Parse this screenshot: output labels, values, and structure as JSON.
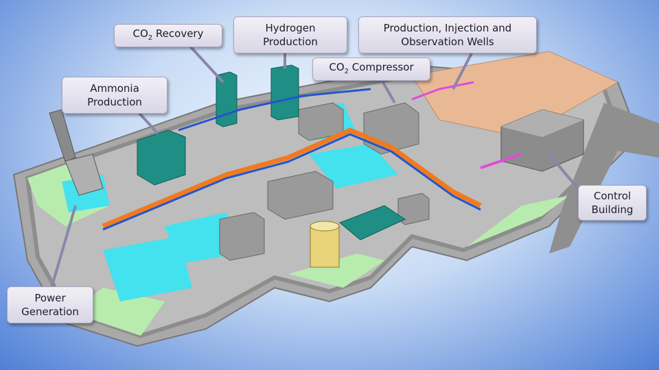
{
  "labels": {
    "co2_recovery": {
      "pre": "CO",
      "sub": "2",
      "post": " Recovery"
    },
    "hydrogen": {
      "line1": "Hydrogen",
      "line2": "Production"
    },
    "wells": {
      "line1": "Production, Injection and",
      "line2": "Observation Wells"
    },
    "ammonia": {
      "line1": "Ammonia",
      "line2": "Production"
    },
    "co2_compressor": {
      "pre": "CO",
      "sub": "2",
      "post": " Compressor"
    },
    "control": {
      "line1": "Control",
      "line2": "Building"
    },
    "power": {
      "line1": "Power",
      "line2": "Generation"
    }
  },
  "colors": {
    "callout_fill": "#e4e1ee",
    "leader": "#8a86a8",
    "ground": "#b5b5b5",
    "road": "#8f8f8f",
    "grass": "#b8ecae",
    "water": "#44e1ef",
    "building": "#9a9a9a",
    "equipment_teal": "#1f8f86",
    "pipe_orange": "#f07a20",
    "pipe_blue": "#2255cc",
    "magenta": "#e24ad8",
    "well_pad": "#e9b995"
  }
}
